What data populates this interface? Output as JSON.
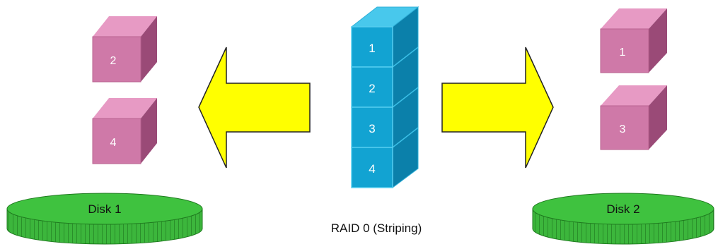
{
  "diagram": {
    "caption": "RAID 0 (Striping)",
    "source_blocks": [
      "1",
      "2",
      "3",
      "4"
    ],
    "disks": [
      {
        "label": "Disk 1",
        "blocks": [
          "2",
          "4"
        ]
      },
      {
        "label": "Disk 2",
        "blocks": [
          "1",
          "3"
        ]
      }
    ],
    "colors": {
      "source_block": "#0ea5d4",
      "disk_block": "#d480ae",
      "arrow": "#ffff00",
      "disk": "#3fbf3f"
    }
  }
}
